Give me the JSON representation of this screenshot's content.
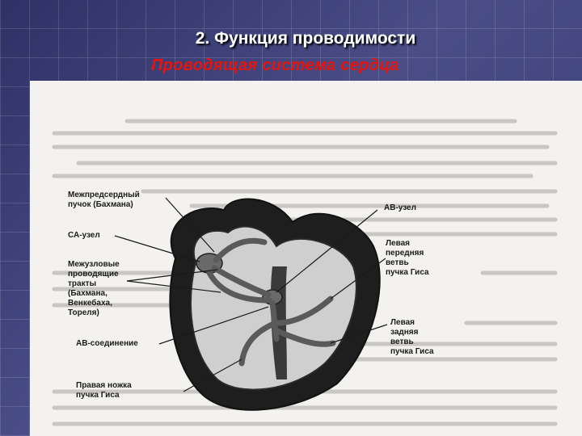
{
  "slide": {
    "title": "2. Функция проводимости",
    "subtitle": "Проводящая система сердца"
  },
  "diagram": {
    "labels": {
      "bachmann": "Межпредсердный\nпучок (Бахмана)",
      "sa_node": "СА-узел",
      "internodal": "Межузловые\nпроводящие\nтракты\n(Бахмана,\nВенкебаха,\nТореля)",
      "av_junction": "АВ-соединение",
      "right_bundle": "Правая ножка\nпучка Гиса",
      "av_node": "АВ-узел",
      "left_anterior": "Левая\nпередняя\nветвь\nпучка Гиса",
      "left_posterior": "Левая\nзадняя\nветвь\nпучка Гиса"
    }
  }
}
